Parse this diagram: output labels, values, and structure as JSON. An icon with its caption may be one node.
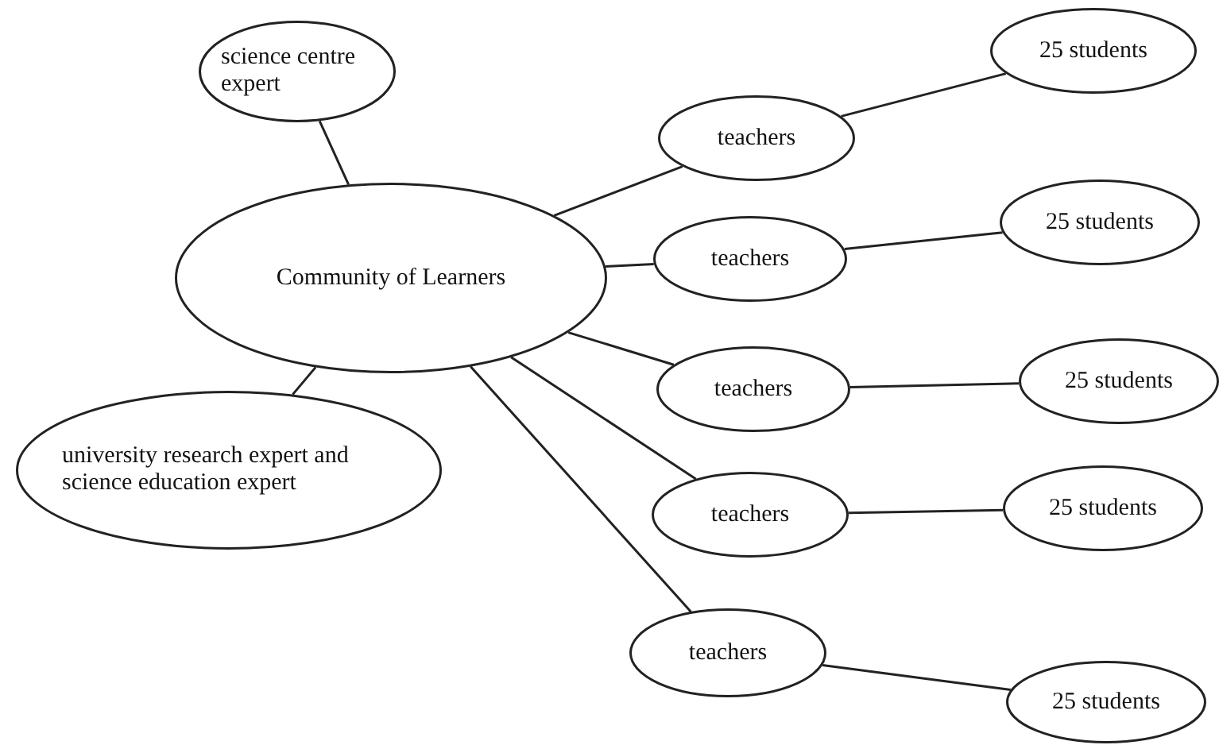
{
  "diagram": {
    "nodes": [
      {
        "text": [
          "science centre expert"
        ]
      },
      {
        "text": [
          "Community of Learners"
        ]
      },
      {
        "text": [
          "university research expert and science education expert"
        ]
      },
      {
        "text": [
          "teachers"
        ]
      },
      {
        "text": [
          "25 students"
        ]
      },
      {
        "text": [
          "teachers"
        ]
      },
      {
        "text": [
          "25 students"
        ]
      },
      {
        "text": [
          "teachers"
        ]
      },
      {
        "text": [
          "25 students"
        ]
      },
      {
        "text": [
          "teachers"
        ]
      },
      {
        "text": [
          "25 students"
        ]
      },
      {
        "text": [
          "teachers"
        ]
      },
      {
        "text": [
          "25 students"
        ]
      }
    ],
    "edges": [
      {
        "from": 0,
        "to": 1,
        "arrow": "none"
      },
      {
        "from": 1,
        "to": 2,
        "arrow": "none"
      },
      {
        "from": 1,
        "to": 3,
        "arrow": "none"
      },
      {
        "from": 3,
        "to": 4,
        "arrow": "none"
      },
      {
        "from": 1,
        "to": 5,
        "arrow": "none"
      },
      {
        "from": 5,
        "to": 6,
        "arrow": "none"
      },
      {
        "from": 1,
        "to": 7,
        "arrow": "none"
      },
      {
        "from": 7,
        "to": 8,
        "arrow": "none"
      },
      {
        "from": 1,
        "to": 9,
        "arrow": "none"
      },
      {
        "from": 9,
        "to": 10,
        "arrow": "none"
      },
      {
        "from": 1,
        "to": 11,
        "arrow": "none"
      },
      {
        "from": 11,
        "to": 12,
        "arrow": "none"
      }
    ]
  }
}
